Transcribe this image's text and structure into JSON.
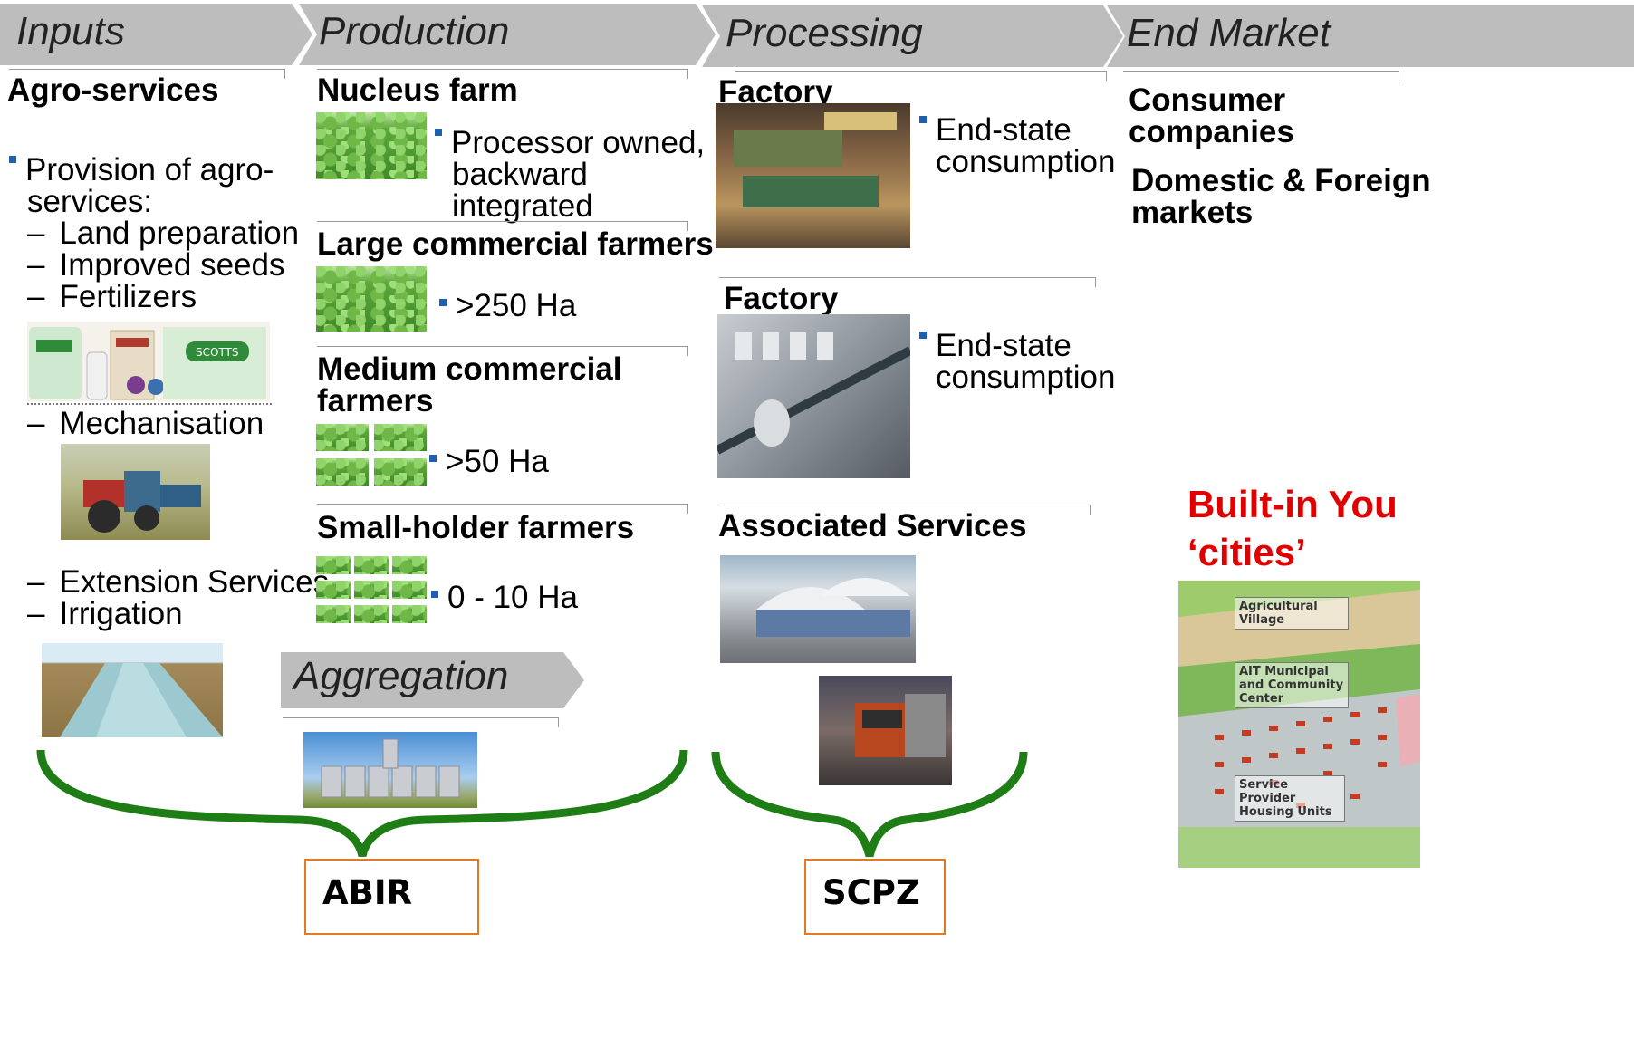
{
  "stages": {
    "inputs": "Inputs",
    "production": "Production",
    "processing": "Processing",
    "end_market": "End Market",
    "aggregation": "Aggregation"
  },
  "inputs": {
    "heading": "Agro-services",
    "bullet": "Provision of agro-services:",
    "bullet_line1": "Provision of agro-",
    "bullet_line2": "services:",
    "items": [
      "Land preparation",
      "Improved seeds",
      "Fertilizers",
      "Mechanisation",
      "Extension Services",
      "Irrigation"
    ]
  },
  "production": {
    "nucleus": {
      "heading": "Nucleus farm",
      "line1": "Processor owned,",
      "line2": "backward",
      "line3": "integrated"
    },
    "large": {
      "heading": "Large commercial farmers",
      "size": ">250 Ha"
    },
    "medium": {
      "heading_line1": "Medium commercial",
      "heading_line2": "farmers",
      "size": ">50 Ha"
    },
    "small": {
      "heading": "Small-holder farmers",
      "size": "0 - 10 Ha"
    }
  },
  "processing": {
    "factory1": {
      "heading": "Factory",
      "line1": "End-state",
      "line2": "consumption"
    },
    "factory2": {
      "heading": "Factory",
      "line1": "End-state",
      "line2": "consumption"
    },
    "services": {
      "heading": "Associated Services"
    }
  },
  "end_market": {
    "consumer_line1": "Consumer",
    "consumer_line2": "companies",
    "domestic_line1": "Domestic & Foreign",
    "domestic_line2": "markets"
  },
  "built_in": {
    "line1": "Built-in You",
    "line2": "‘cities’"
  },
  "map_labels": {
    "village": [
      "Agricultural",
      "Village"
    ],
    "center": [
      "AIT Municipal",
      "and Community",
      "Center"
    ],
    "housing": [
      "Service Provider",
      "Housing Units"
    ]
  },
  "groups": {
    "abir": "ABIR",
    "scpz": "SCPZ"
  },
  "colors": {
    "brace": "#1e7d14",
    "box_border": "#e87722",
    "bullet": "#1f5fb0",
    "highlight_text": "#e00000"
  }
}
